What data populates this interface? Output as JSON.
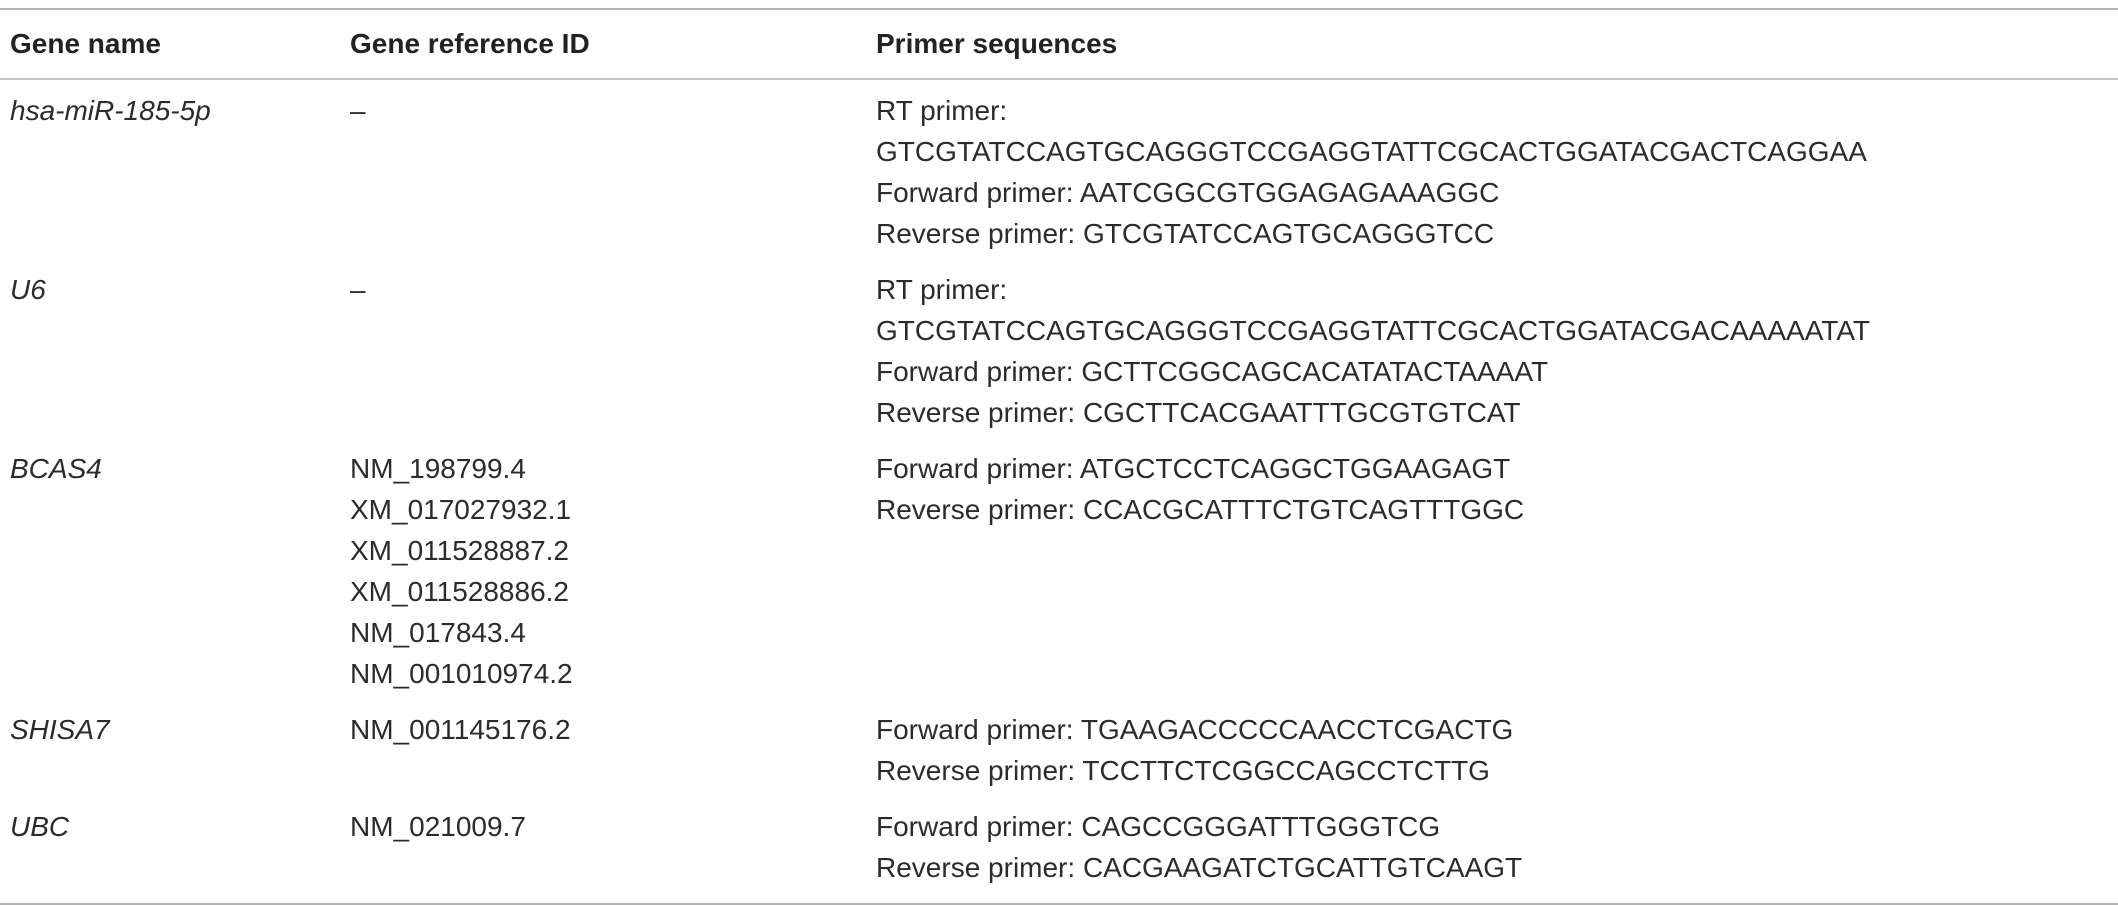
{
  "table": {
    "headers": {
      "gene_name": "Gene name",
      "gene_reference_id": "Gene reference ID",
      "primer_sequences": "Primer sequences"
    },
    "rows": [
      {
        "gene": "hsa-miR-185-5p",
        "refs": [
          "–"
        ],
        "primers": [
          "RT primer:",
          "GTCGTATCCAGTGCAGGGTCCGAGGTATTCGCACTGGATACGACTCAGGAA",
          "Forward primer: AATCGGCGTGGAGAGAAAGGC",
          "Reverse primer: GTCGTATCCAGTGCAGGGTCC"
        ]
      },
      {
        "gene": "U6",
        "refs": [
          "–"
        ],
        "primers": [
          "RT primer:",
          "GTCGTATCCAGTGCAGGGTCCGAGGTATTCGCACTGGATACGACAAAAATAT",
          "Forward primer: GCTTCGGCAGCACATATACTAAAAT",
          "Reverse primer: CGCTTCACGAATTTGCGTGTCAT"
        ]
      },
      {
        "gene": "BCAS4",
        "refs": [
          "NM_198799.4",
          "XM_017027932.1",
          "XM_011528887.2",
          "XM_011528886.2",
          "NM_017843.4",
          "NM_001010974.2"
        ],
        "primers": [
          "Forward primer: ATGCTCCTCAGGCTGGAAGAGT",
          "Reverse primer: CCACGCATTTCTGTCAGTTTGGC"
        ]
      },
      {
        "gene": "SHISA7",
        "refs": [
          "NM_001145176.2"
        ],
        "primers": [
          "Forward primer: TGAAGACCCCCAACCTCGACTG",
          "Reverse primer: TCCTTCTCGGCCAGCCTCTTG"
        ]
      },
      {
        "gene": "UBC",
        "refs": [
          "NM_021009.7"
        ],
        "primers": [
          "Forward primer: CAGCCGGGATTTGGGTCG",
          "Reverse primer: CACGAAGATCTGCATTGTCAAGT"
        ]
      }
    ]
  }
}
